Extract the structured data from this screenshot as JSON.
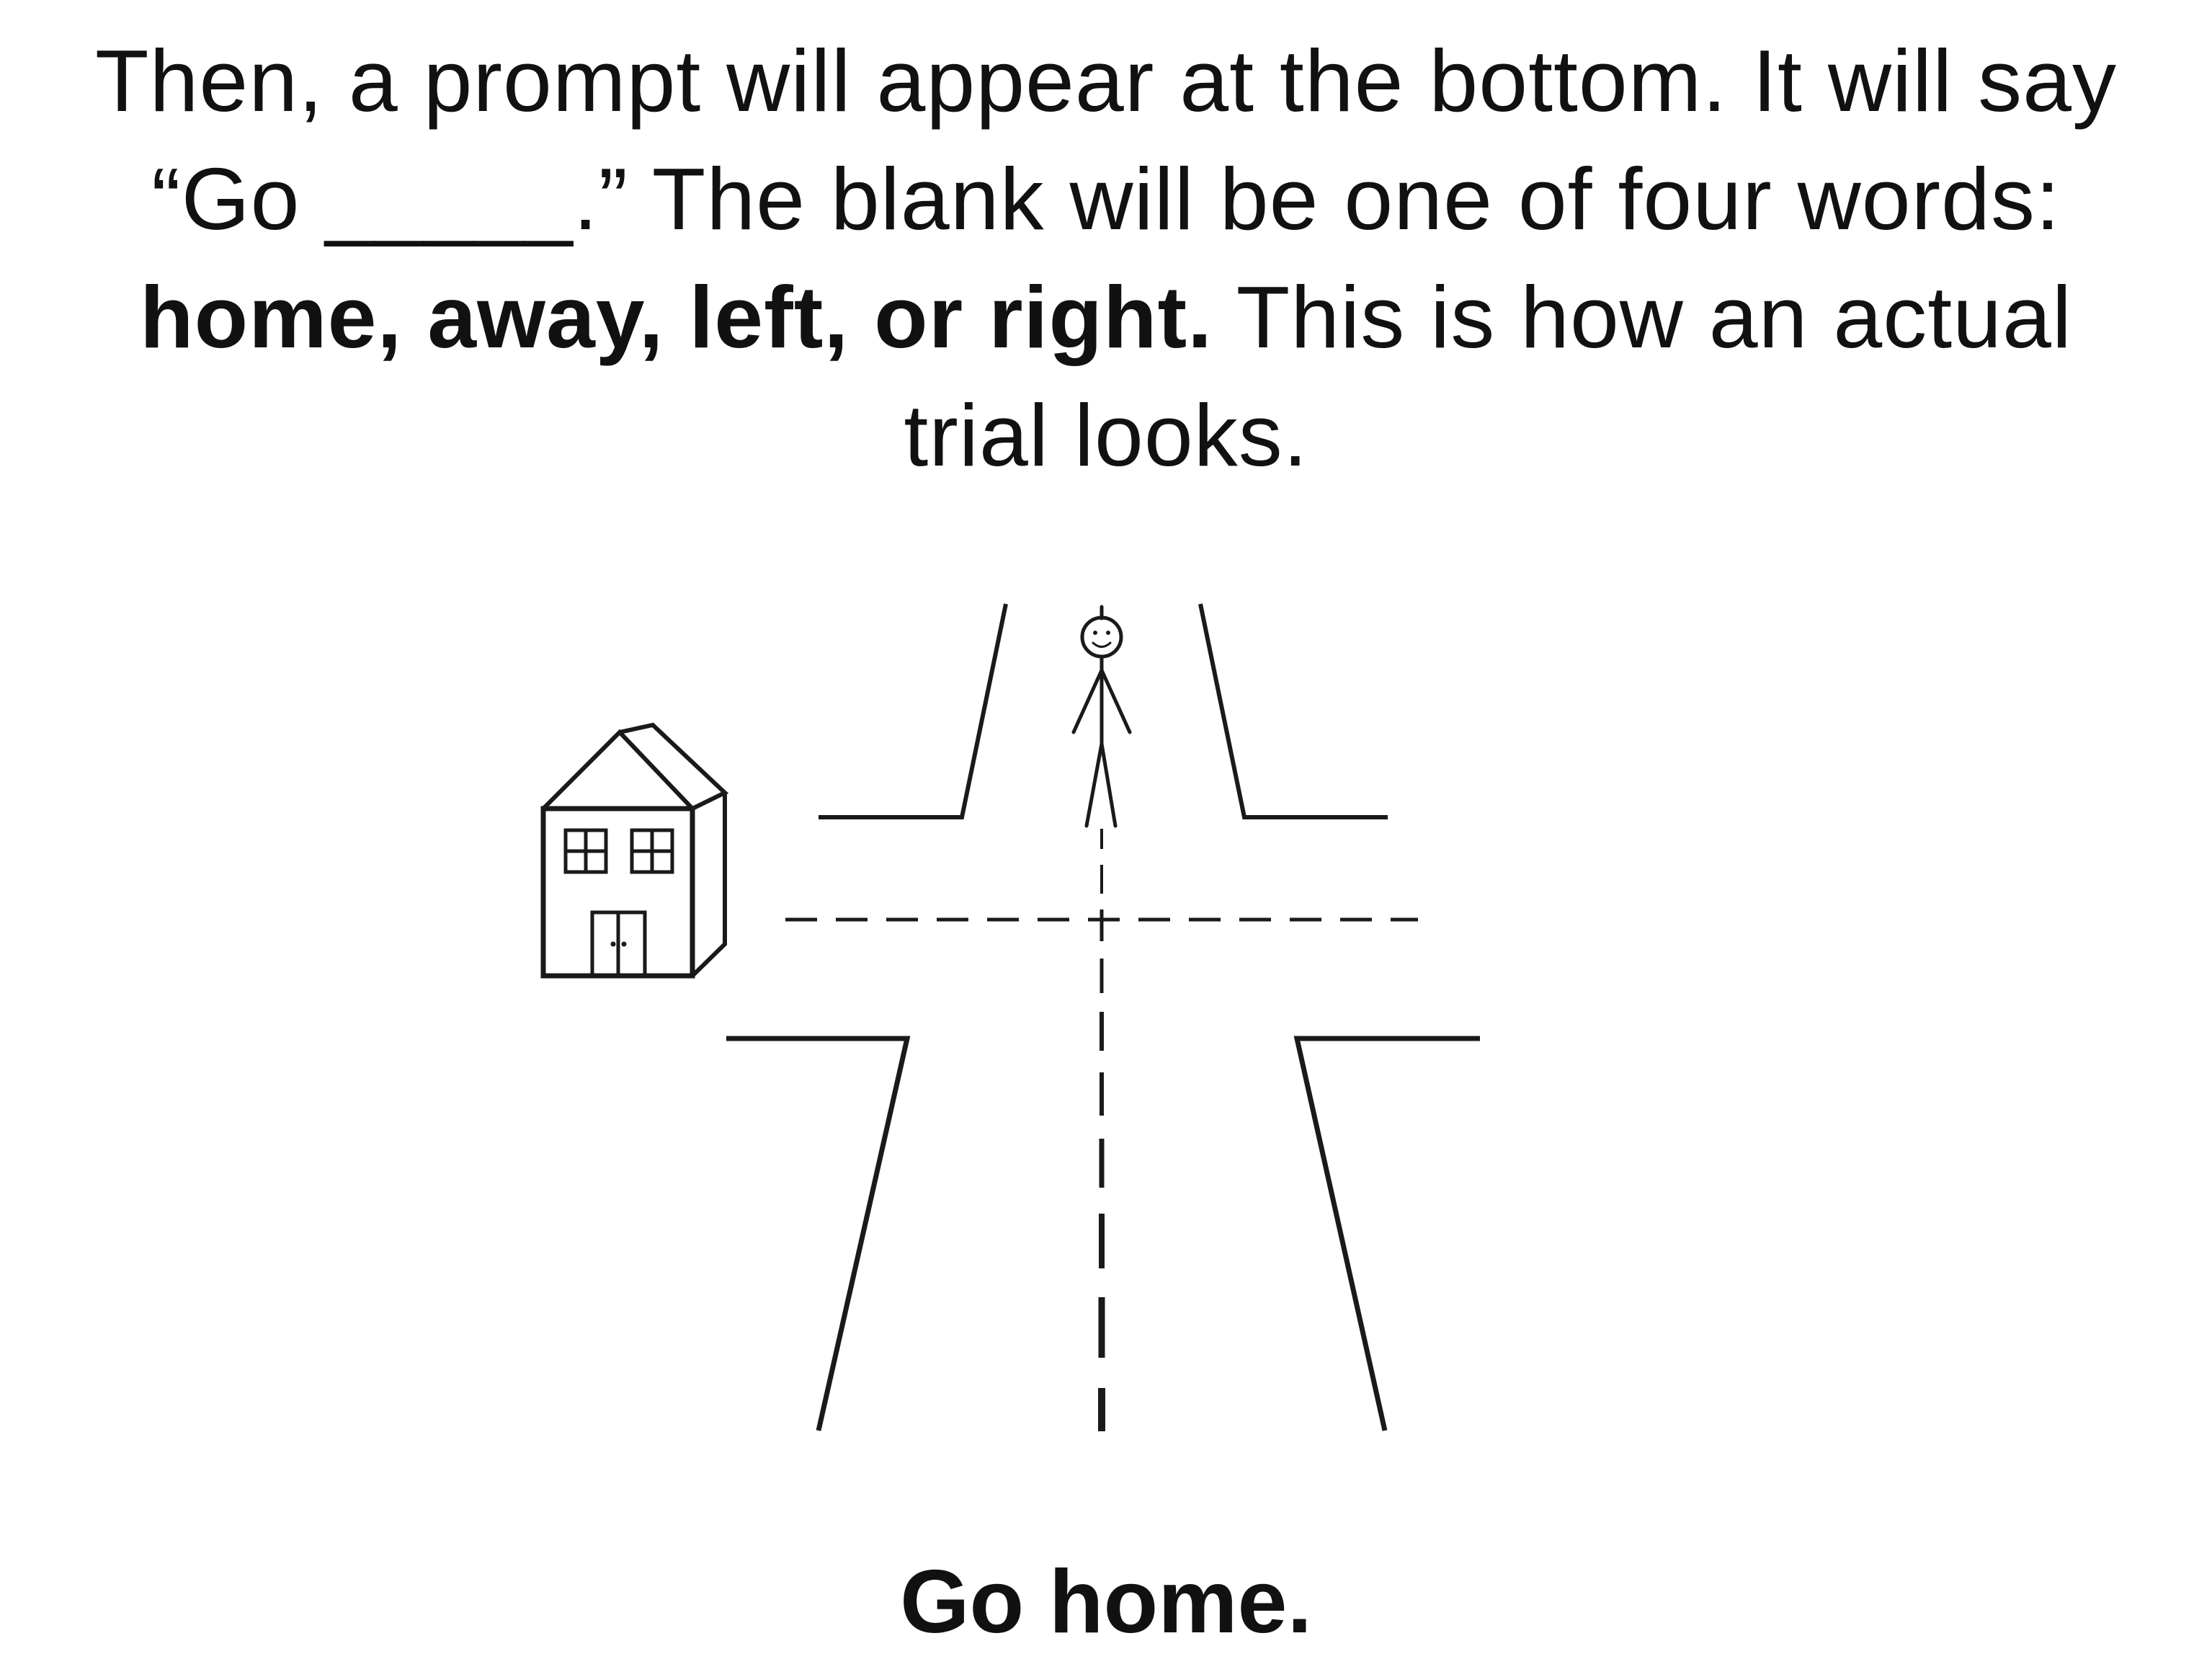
{
  "slide": {
    "instructions": {
      "part1": "Then, a prompt will appear at the bottom. It will say “Go _____.” The blank will be one of four words: ",
      "bold_words": "home, away, left, or right.",
      "part2": " This is how an actual trial looks."
    },
    "prompt": "Go home.",
    "icons": {
      "house": "house-icon",
      "person": "stick-figure-person-icon",
      "road": "intersection-road-icon"
    },
    "colors": {
      "ink": "#1a1a1a",
      "background": "#ffffff"
    }
  }
}
